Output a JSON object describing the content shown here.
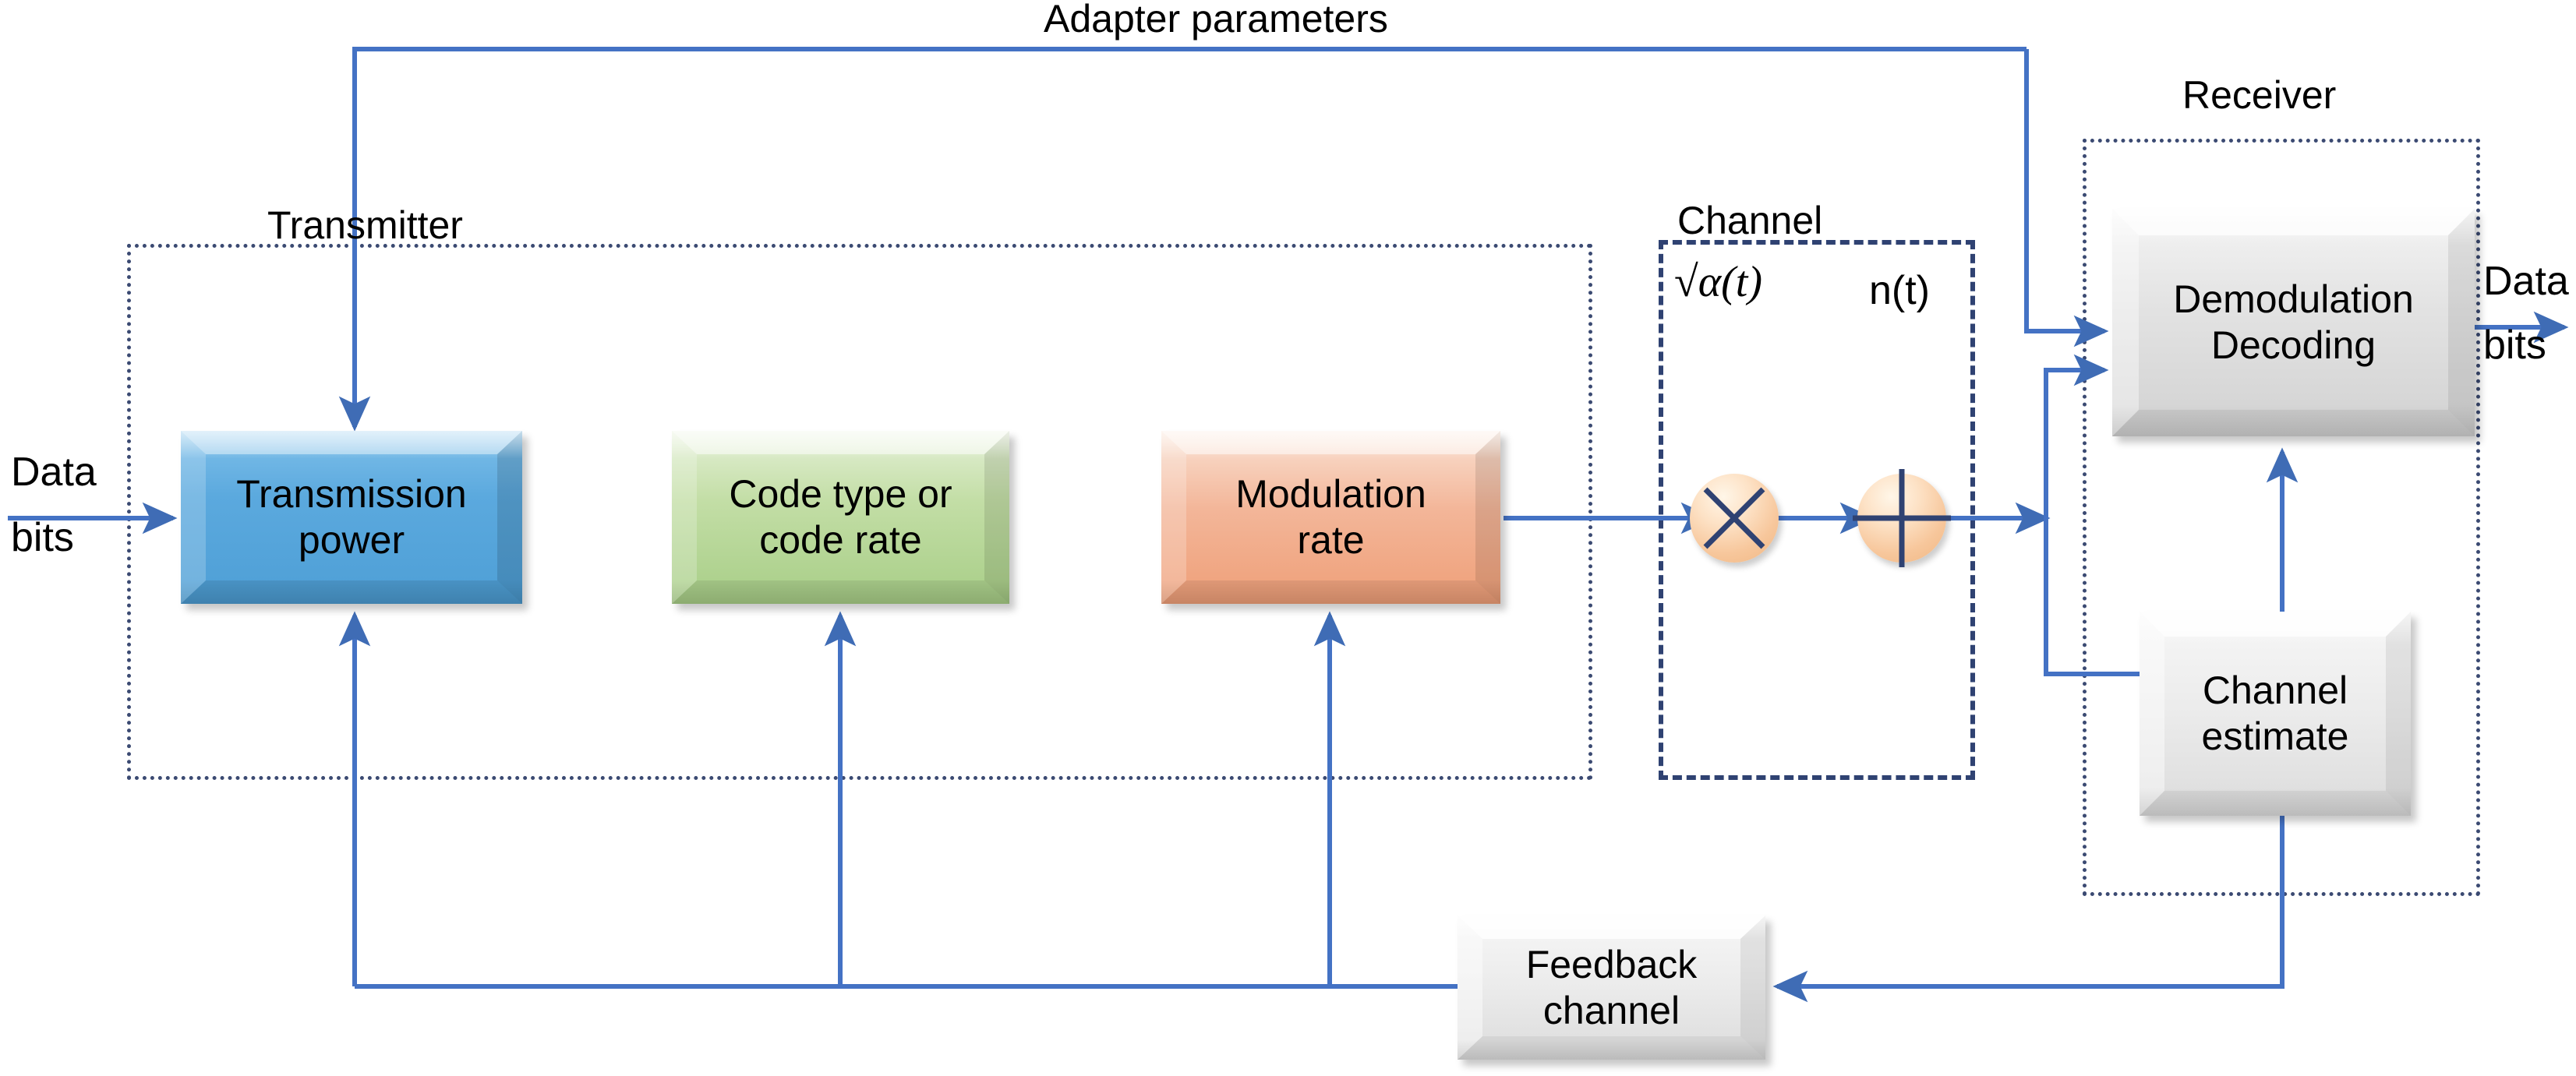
{
  "diagram": {
    "title": "Adaptive transmission link block diagram",
    "accent_line_color": "#4472c4",
    "frame_color": "#3b4a72"
  },
  "labels": {
    "adapter_parameters": "Adapter parameters",
    "transmitter": "Transmitter",
    "channel": "Channel",
    "receiver": "Receiver",
    "data_bits_in_line1": "Data",
    "data_bits_in_line2": "bits",
    "data_bits_out_line1": "Data",
    "data_bits_out_line2": "bits",
    "alpha_sqrt": "√α(t)",
    "noise": "n(t)"
  },
  "blocks": [
    {
      "id": "transmission-power",
      "line1": "Transmission",
      "line2": "power",
      "color": "#5ba9de"
    },
    {
      "id": "code-type-rate",
      "line1": "Code type or",
      "line2": "code rate",
      "color": "#a8ce87"
    },
    {
      "id": "modulation-rate",
      "line1": "Modulation",
      "line2": "rate",
      "color": "#ef9f78"
    },
    {
      "id": "demodulation-decoding",
      "line1": "Demodulation",
      "line2": "Decoding",
      "color": "#d9d9d9"
    },
    {
      "id": "channel-estimate",
      "line1": "Channel",
      "line2": "estimate",
      "color": "#e2e2e2"
    },
    {
      "id": "feedback-channel",
      "line1": "Feedback",
      "line2": "channel",
      "color": "#e2e2e2"
    }
  ],
  "operators": [
    {
      "id": "multiplier",
      "glyph": "x",
      "name": "multiply-operator"
    },
    {
      "id": "adder",
      "glyph": "+",
      "name": "sum-operator"
    }
  ]
}
